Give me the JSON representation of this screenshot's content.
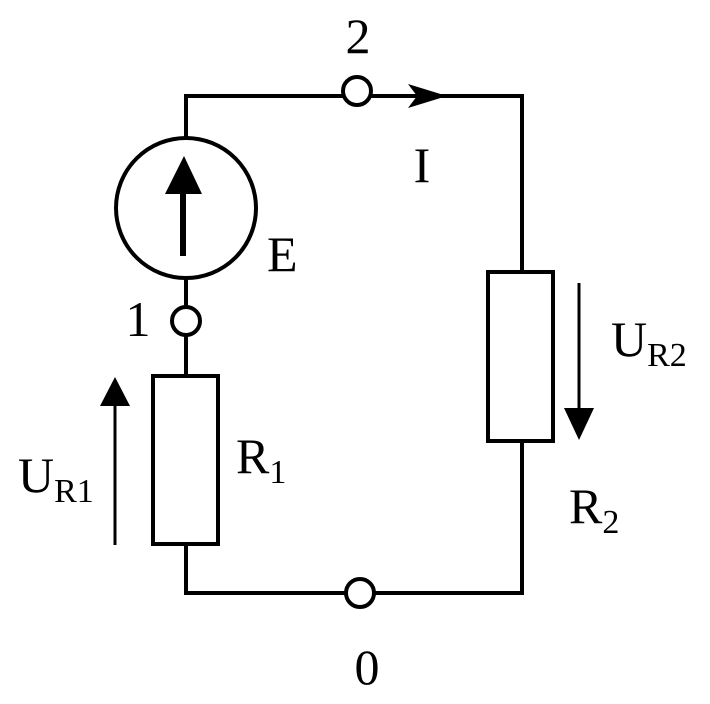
{
  "nodes": {
    "n0": "0",
    "n1": "1",
    "n2": "2"
  },
  "source": {
    "label": "E"
  },
  "current": {
    "label": "I"
  },
  "resistors": {
    "r1": {
      "main": "R",
      "sub": "1"
    },
    "r2": {
      "main": "R",
      "sub": "2"
    }
  },
  "voltages": {
    "ur1": {
      "main": "U",
      "sub": "R1"
    },
    "ur2": {
      "main": "U",
      "sub": "R2"
    }
  },
  "colors": {
    "stroke": "#000000",
    "background": "#ffffff"
  }
}
